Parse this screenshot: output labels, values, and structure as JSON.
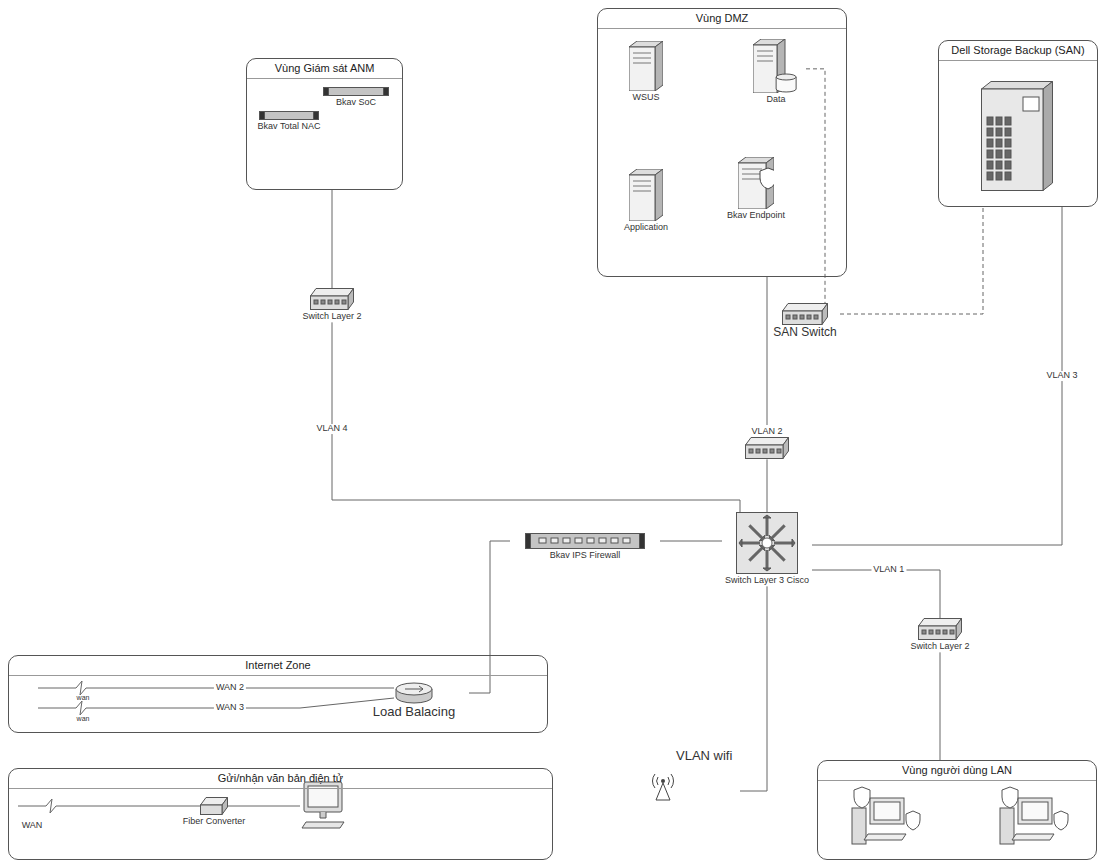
{
  "diagram": {
    "nodes": [
      {
        "text": [
          "Vùng Giám sát ANM"
        ]
      },
      {
        "text": [
          "Bkav SoC"
        ],
        "in": 0
      },
      {
        "text": [
          "Bkav Total NAC"
        ],
        "in": 0
      },
      {
        "text": [
          "Vùng DMZ"
        ]
      },
      {
        "text": [
          "WSUS"
        ],
        "in": 3
      },
      {
        "text": [
          "Data"
        ],
        "in": 3
      },
      {
        "text": [
          "Application"
        ],
        "in": 3
      },
      {
        "text": [
          "Bkav Endpoint"
        ],
        "in": 3
      },
      {
        "text": [
          "Dell Storage Backup (SAN)"
        ]
      },
      {
        "text": [
          "Switch Layer 2"
        ]
      },
      {
        "text": [
          "SAN Switch"
        ]
      },
      {
        "text": [
          "VLAN 2"
        ]
      },
      {
        "text": [
          "Bkav IPS Firewall"
        ]
      },
      {
        "text": [
          "Switch Layer 3 Cisco"
        ]
      },
      {
        "text": [
          "Internet Zone"
        ]
      },
      {
        "text": [
          "Load Balacing"
        ],
        "in": 14
      },
      {
        "text": [
          "Gửi/nhận văn bản điện tử"
        ]
      },
      {
        "text": [
          "Fiber Converter"
        ],
        "in": 16
      },
      {
        "text": [
          "Switch Layer 2"
        ]
      },
      {
        "text": [
          "VLAN wifi"
        ]
      },
      {
        "text": [
          "Vùng người dùng LAN"
        ]
      }
    ],
    "edges": [
      {
        "from": 0,
        "to": 9,
        "arrow": "none"
      },
      {
        "from": 9,
        "to": 13,
        "label": "VLAN 4",
        "arrow": "none"
      },
      {
        "from": 3,
        "to": 11,
        "arrow": "none"
      },
      {
        "from": 11,
        "to": 13,
        "arrow": "none"
      },
      {
        "from": 5,
        "to": 10,
        "arrow": "none"
      },
      {
        "from": 10,
        "to": 8,
        "arrow": "none"
      },
      {
        "from": 8,
        "to": 13,
        "label": "VLAN 3",
        "arrow": "none"
      },
      {
        "from": 15,
        "to": 12,
        "arrow": "none"
      },
      {
        "from": 12,
        "to": 13,
        "arrow": "none"
      },
      {
        "from": 13,
        "to": 18,
        "label": "VLAN 1",
        "arrow": "none"
      },
      {
        "from": 13,
        "to": 19,
        "arrow": "none"
      },
      {
        "from": 18,
        "to": 20,
        "arrow": "none"
      }
    ],
    "labels": [
      "WAN 2",
      "WAN 3",
      "wan",
      "wan",
      "WAN"
    ]
  }
}
